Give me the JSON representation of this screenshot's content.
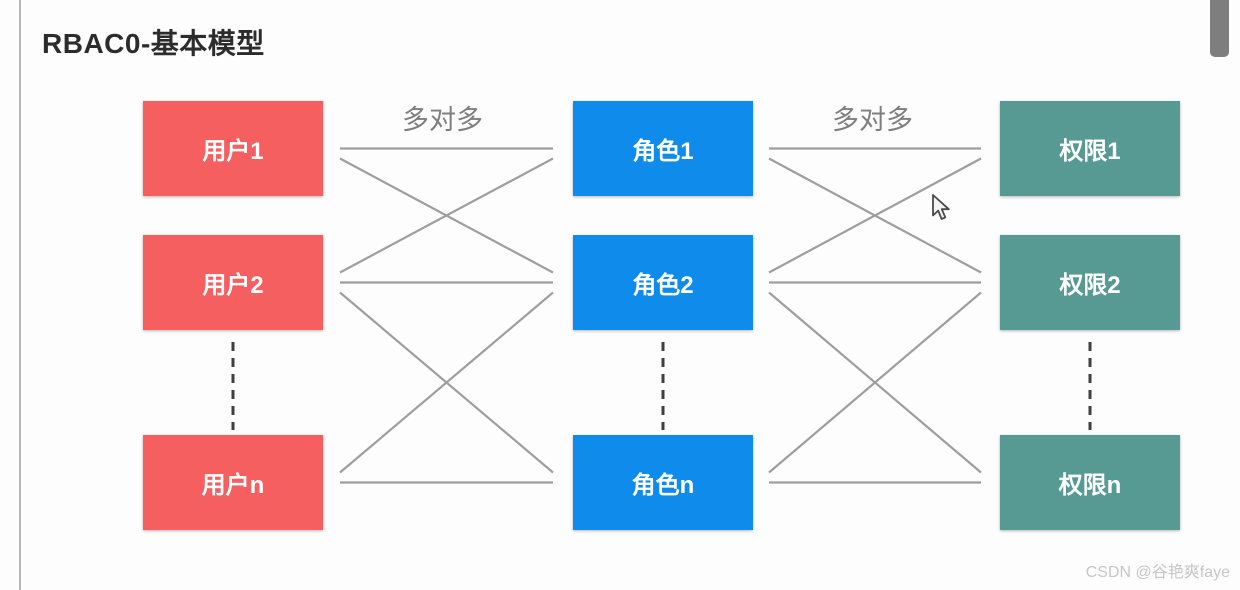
{
  "page": {
    "title": "RBAC0-基本模型",
    "watermark": "CSDN @谷艳爽faye"
  },
  "diagram": {
    "relation_labels": [
      "多对多",
      "多对多"
    ],
    "columns": [
      {
        "id": "users",
        "color": "#f55f5f",
        "items": [
          "用户1",
          "用户2",
          "用户n"
        ]
      },
      {
        "id": "roles",
        "color": "#0f8beb",
        "items": [
          "角色1",
          "角色2",
          "角色n"
        ]
      },
      {
        "id": "permissions",
        "color": "#569a93",
        "items": [
          "权限1",
          "权限2",
          "权限n"
        ]
      }
    ],
    "connections": {
      "users_roles": [
        [
          0,
          0
        ],
        [
          0,
          1
        ],
        [
          1,
          0
        ],
        [
          1,
          1
        ],
        [
          1,
          2
        ],
        [
          2,
          1
        ],
        [
          2,
          2
        ]
      ],
      "roles_permissions": [
        [
          0,
          0
        ],
        [
          0,
          1
        ],
        [
          1,
          0
        ],
        [
          1,
          1
        ],
        [
          1,
          2
        ],
        [
          2,
          1
        ],
        [
          2,
          2
        ]
      ]
    },
    "line_color": "#9e9e9e",
    "ellipsis_color": "#3f3f3f"
  }
}
